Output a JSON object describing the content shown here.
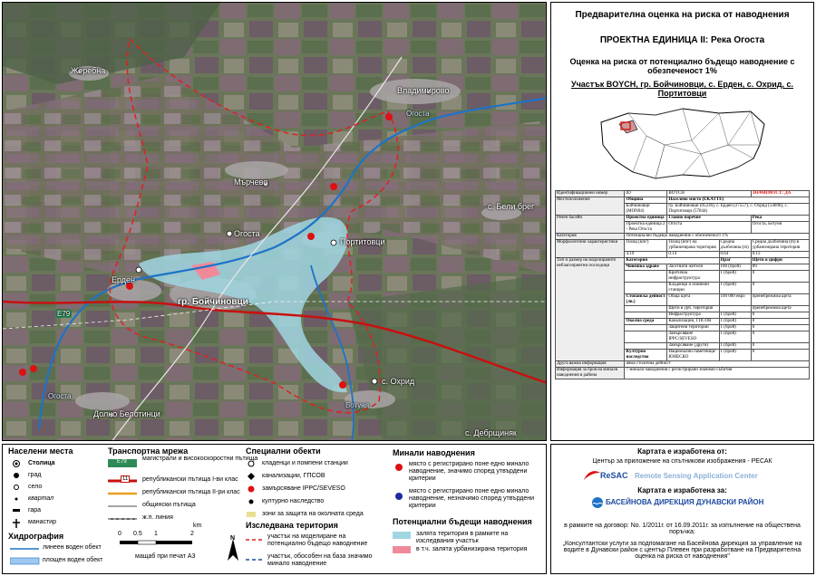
{
  "map": {
    "towns": {
      "vladimirovo": "Владимирово",
      "chernovo": "Мърчево",
      "berrovo": "с. Бели брег",
      "ogosta": "Огоста",
      "portitovci": "Портитовци",
      "erden": "Ерден",
      "boychinovci": "гр. Бойчиновци",
      "ohrid": "с. Охрид",
      "belotintsi": "Долно Белотинци",
      "debrelyanka": "с. Дебрщиняк",
      "zhereb": "Жеребна"
    },
    "rivers": {
      "ogosta_top": "Огоста",
      "ogosta_left": "Огоста",
      "botunya": "Ботуня"
    },
    "road": "E79"
  },
  "right_panel": {
    "title": "Предварителна оценка на риска от наводнения",
    "unit": "ПРОЕКТНА ЕДИНИЦА II: Река Огоста",
    "subtitle": "Оценка на риска от потенциално бъдещо наводнение с обезпеченост 1%",
    "section": "Участък BOYCH, гр. Бойчиновци, с. Ерден, с. Охрид, с. Портитовци"
  },
  "info_table": {
    "r1": [
      "Идентификационен номер",
      "ID",
      "BOYCH",
      "ЗНАЧИМОСТ: ДА"
    ],
    "r2_h": [
      "Местоположение",
      "Община",
      "Населено място (EKATTE)"
    ],
    "r2": [
      "",
      "Бойчиновци (MON04)",
      "гр. Бойчиновци (05236), с. Ерден (27557), с. Охрид (54696), с. Портитовци (57844)"
    ],
    "r3_h": [
      "Речен басейн",
      "Проектна единица",
      "Главно поречие",
      "Река"
    ],
    "r3": [
      "",
      "Проектна единица 2 - Река Огоста",
      "Огоста",
      "Огоста, Ботуня"
    ],
    "r4": [
      "Категория",
      "Потенциално бъдещо наводнение с обезпеченост 1%"
    ],
    "r5_h": [
      "Морфологични характеристики",
      "Площ (km²)",
      "Площ (km²) на урбанизирана територия",
      "Средна дълбочина (m)",
      "Средна дълбочина (m) в урбанизирана територия"
    ],
    "r5": [
      "",
      "4.19",
      "0.14",
      "0.64",
      "0.13"
    ],
    "r6_h": [
      "Тип и размер на моделираните неблагоприятни последици",
      "Категория",
      "",
      "Праг",
      "Щети в цифри"
    ],
    "rows": [
      [
        "Човешко здраве",
        "Засегнати жители",
        "100 (брой)",
        "89"
      ],
      [
        "",
        "Критична инфраструктура",
        "1 (брой)",
        "0"
      ],
      [
        "",
        "Кладенци и помпени станции",
        "1 (брой)",
        "0"
      ],
      [
        "Стопанска дейност (лв.)",
        "Обща щета",
        "100 000 евро",
        "пренебрежима щета"
      ],
      [
        "",
        "Щети в урб. територии",
        "",
        "пренебрежима щета"
      ],
      [
        "",
        "Инфраструктура",
        "1 (брой)",
        "0"
      ],
      [
        "Околна среда",
        "Канализации, ГПСОВ",
        "1 (брой)",
        "0"
      ],
      [
        "",
        "Защитени територии",
        "1 (брой)",
        "0"
      ],
      [
        "",
        "Замърсяване IPPC/SEVESO",
        "1 (брой)",
        "0"
      ],
      [
        "",
        "Замърсяване (други)",
        "1 (брой)",
        "0"
      ],
      [
        "Културно наследство",
        "Национални паметници/ЮНЕСКО",
        "1 (брой)",
        "0"
      ]
    ],
    "r7": [
      "Друга важна информация",
      "няма столична дейност"
    ],
    "r8": [
      "Информация за броя на минали наводнения в района",
      "7 минали наводнения с регистрирани значими събития"
    ]
  },
  "legend": {
    "settlements": {
      "title": "Населени места",
      "items": [
        "Столица",
        "град",
        "село",
        "квартал",
        "гара",
        "манастир"
      ]
    },
    "hydro": {
      "title": "Хидрография",
      "items": [
        "линеен воден обект",
        "площен воден обект"
      ]
    },
    "transport": {
      "title": "Транспортна мрежа",
      "items": [
        "магистрали и високоскоростни пътища",
        "републикански пътища I-ви клас",
        "републикански пътища II-ри клас",
        "общински пътища",
        "ж.п. линия"
      ],
      "e79": "E79",
      "road_no": "11"
    },
    "scale": {
      "ticks": [
        "0",
        "0.5",
        "1",
        "2"
      ],
      "unit": "km",
      "caption": "мащаб при печат А3",
      "north": "N"
    },
    "special": {
      "title": "Специални обекти",
      "items": [
        "кладенци и помпени станции",
        "канализации, ГПСОВ",
        "замърсяване IPPC/SEVESO",
        "културно наследство",
        "зони за защита на околната среда"
      ]
    },
    "study": {
      "title": "Изследвана територия",
      "items": [
        "участък на моделиране на потенциално бъдещо наводнение",
        "участък, обособен на база значимо минало наводнение"
      ]
    },
    "past": {
      "title": "Минали наводнения",
      "items": [
        "място с регистрирано поне едно минало наводнение, значимо според утвърдени критерии",
        "място с регистрирано поне едно минало наводнение, незначимо според утвърдени критерии"
      ]
    },
    "future": {
      "title": "Потенциални бъдещи наводнения",
      "items": [
        "залята територия в рамките на изследвания участък",
        "в т.ч. залята урбанизирана територия"
      ]
    }
  },
  "credits": {
    "made_by": "Картата е изработена от:",
    "center": "Център за приложение на спътникови изображения - РЕСАК",
    "resac": "ReSAC",
    "resac_full": "Remote Sensing Application Center",
    "made_for": "Картата е изработена за:",
    "basin": "БАСЕЙНОВА ДИРЕКЦИЯ ДУНАВСКИ РАЙОН",
    "contract": "в рамките на договор: No. 1/2011г. от 16.09.2011г. за изпълнение на обществена поръчка:",
    "task": "„Консултантски услуги за подпомагане на Басейнова дирекция за управление на водите в Дунавски район с център Плевен при разработване на Предварителна оценка на риска от наводнения\""
  },
  "colors": {
    "flood": "#9fd6e0",
    "urban_flood": "#f08a9a",
    "boundary": "#e02020",
    "road_main": "#c81010",
    "motorway": "#2e8b57"
  }
}
